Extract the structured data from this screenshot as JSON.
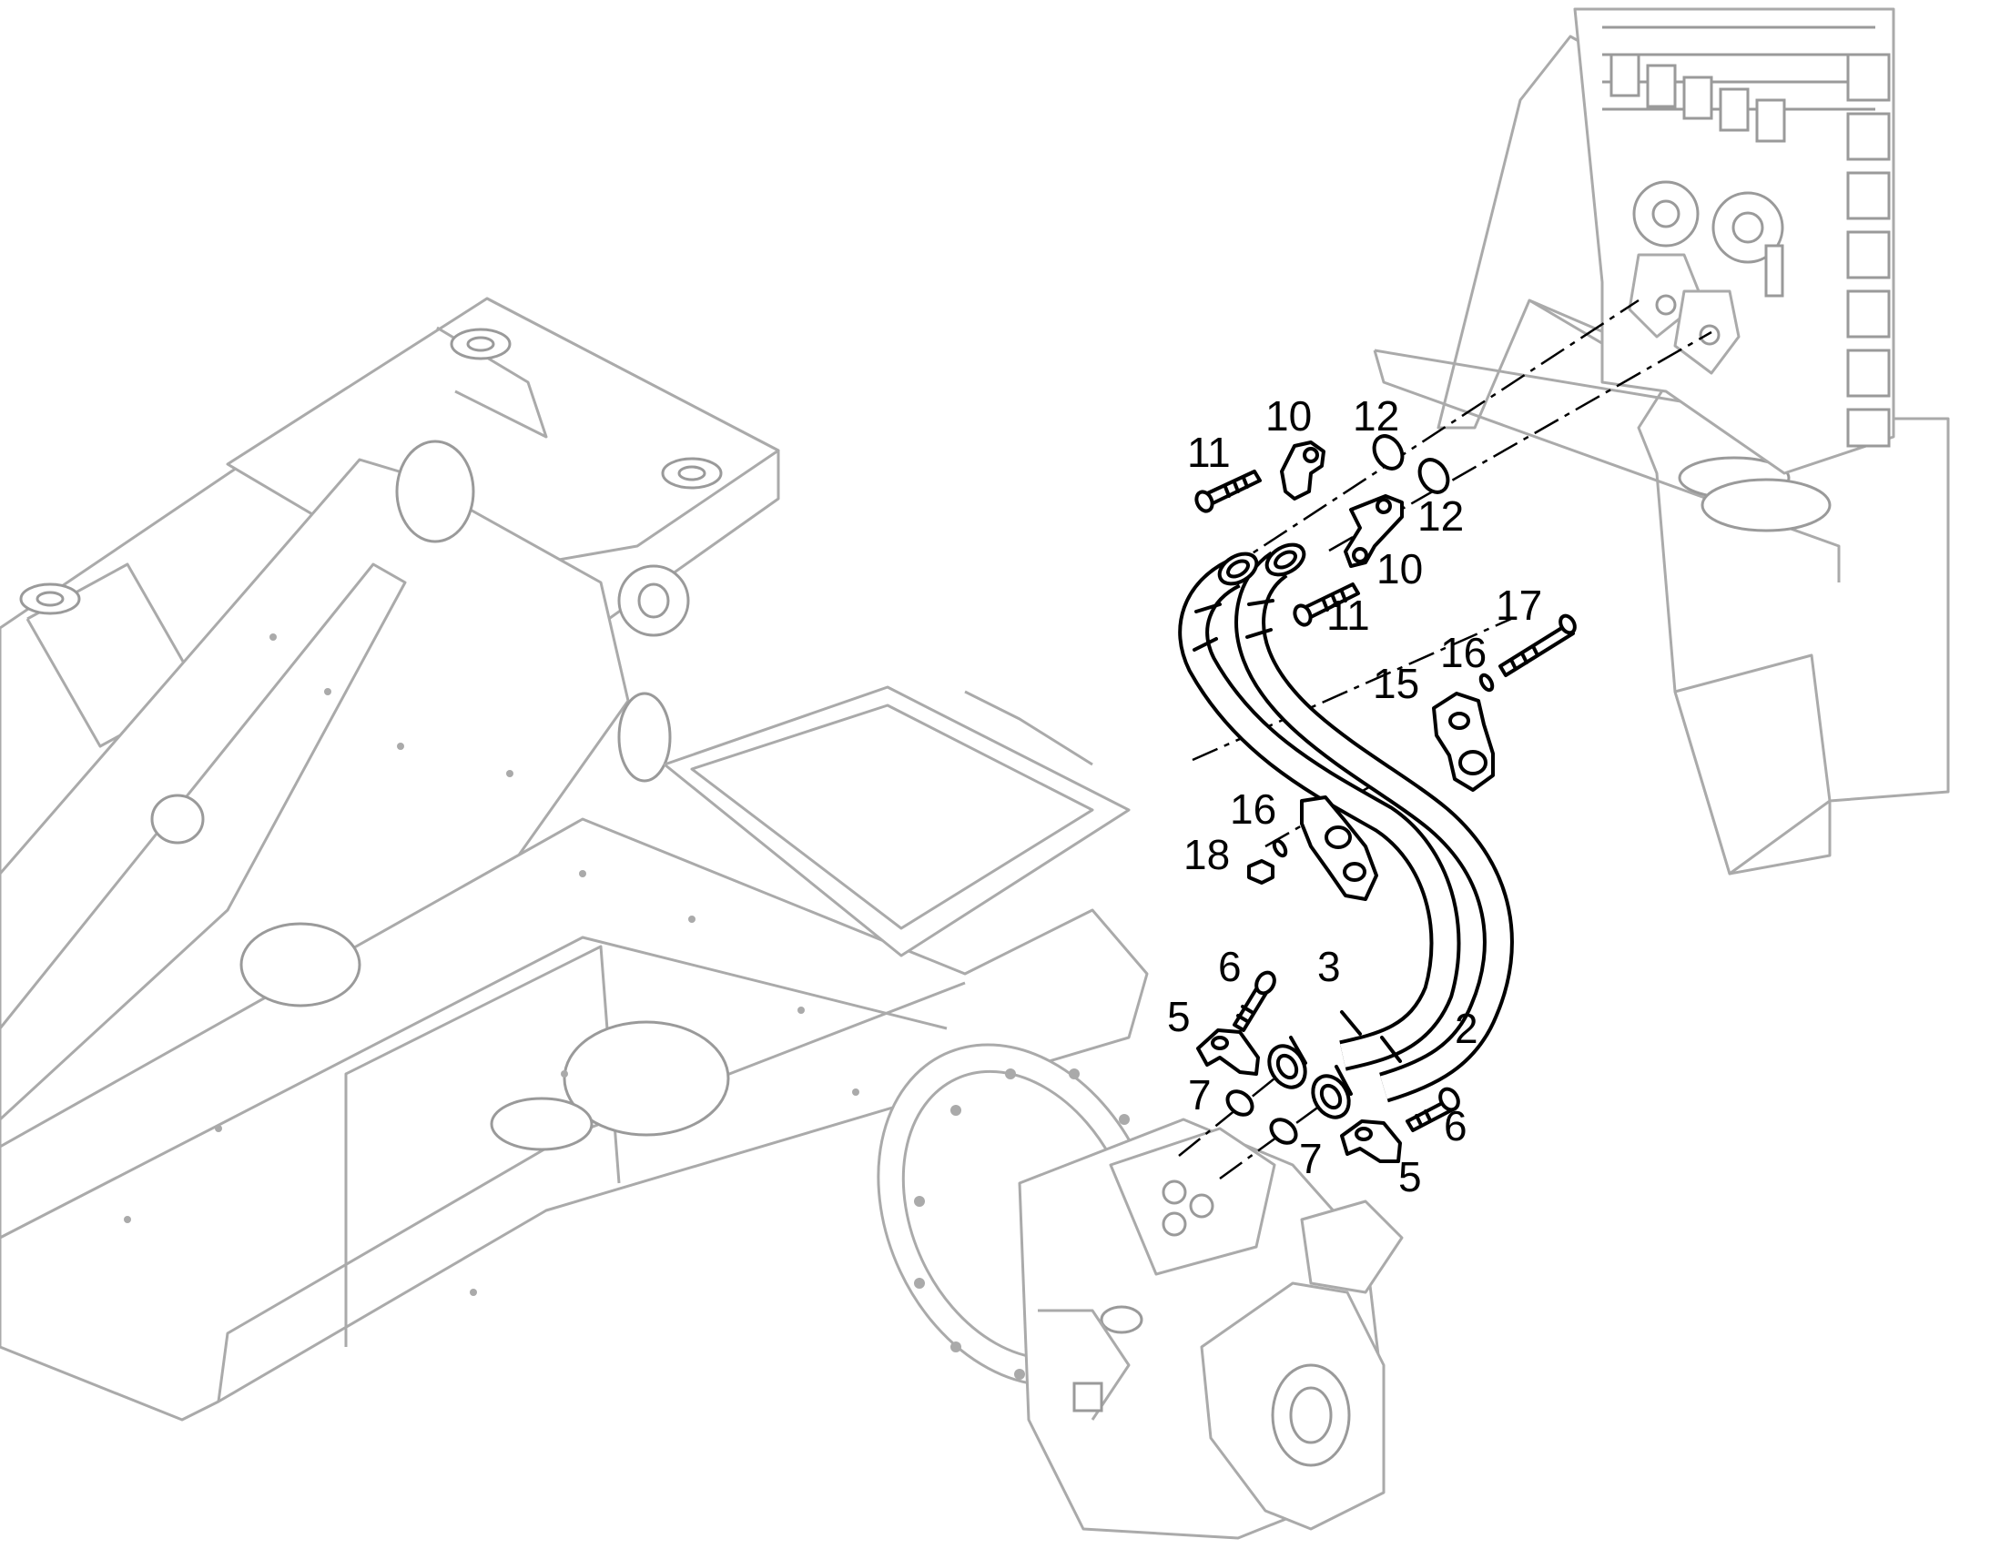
{
  "diagram": {
    "callouts": {
      "c2": "2",
      "c3": "3",
      "c5a": "5",
      "c5b": "5",
      "c6a": "6",
      "c6b": "6",
      "c7a": "7",
      "c7b": "7",
      "c10a": "10",
      "c10b": "10",
      "c11a": "11",
      "c11b": "11",
      "c12a": "12",
      "c12b": "12",
      "c15": "15",
      "c16a": "16",
      "c16b": "16",
      "c17": "17",
      "c18": "18"
    },
    "colors": {
      "parts": "#000000",
      "context_frame": "#aaaaaa",
      "background": "#ffffff"
    }
  }
}
